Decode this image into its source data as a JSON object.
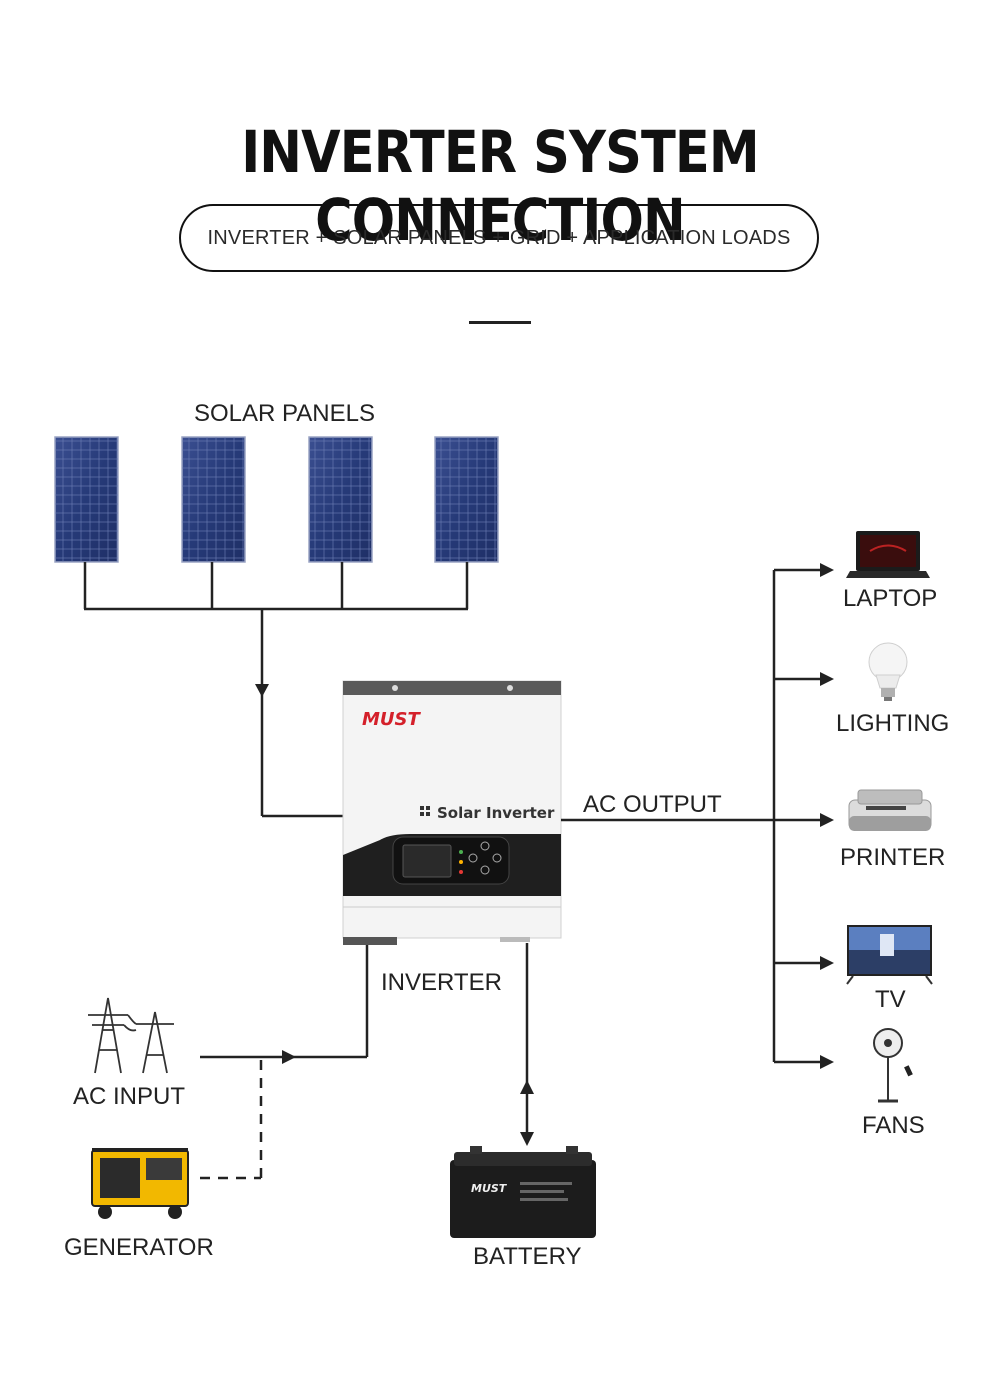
{
  "header": {
    "title": "INVERTER SYSTEM CONNECTION",
    "subtitle": "INVERTER + SOLAR PANELS + GRID + APPLICATION LOADS"
  },
  "labels": {
    "solar_panels": "SOLAR PANELS",
    "ac_output": "AC OUTPUT",
    "inverter": "INVERTER",
    "ac_input": "AC INPUT",
    "generator": "GENERATOR",
    "battery": "BATTERY"
  },
  "inverter_unit": {
    "brand": "MUST",
    "model_text": "Solar Inverter"
  },
  "battery_unit": {
    "brand": "MUST"
  },
  "loads": [
    {
      "label": "LAPTOP",
      "icon": "laptop-icon"
    },
    {
      "label": "LIGHTING",
      "icon": "light-bulb-icon"
    },
    {
      "label": "PRINTER",
      "icon": "printer-icon"
    },
    {
      "label": "TV",
      "icon": "tv-icon"
    },
    {
      "label": "FANS",
      "icon": "fan-icon"
    }
  ],
  "colors": {
    "line": "#222222",
    "panel": "#2c3e7a",
    "brand_red": "#d4202a"
  }
}
